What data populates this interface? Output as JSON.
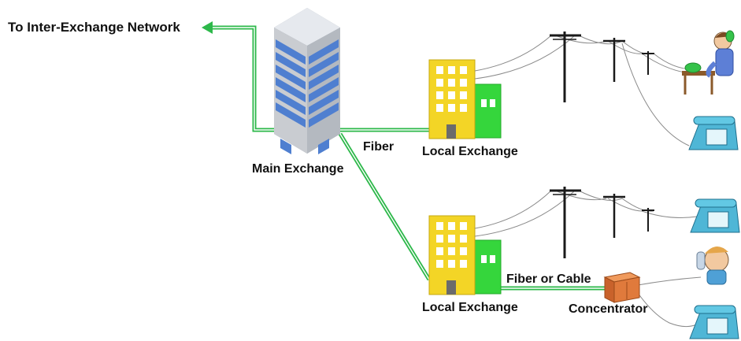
{
  "labels": {
    "inter_exchange": "To Inter-Exchange Network",
    "main_exchange": "Main Exchange",
    "fiber": "Fiber",
    "local_exchange_1": "Local Exchange",
    "local_exchange_2": "Local Exchange",
    "fiber_or_cable": "Fiber or Cable",
    "concentrator": "Concentrator"
  },
  "colors": {
    "link_green": "#2db84a",
    "tower_blue": "#4f7fd0",
    "tower_gray": "#c9ccd1",
    "building_yellow": "#f3d526",
    "building_green": "#35d63c",
    "pole_black": "#1a1a1a",
    "phone_blue": "#4fb6d6",
    "concentrator_orange": "#e07a3c"
  },
  "icons": [
    "skyscraper-icon",
    "office-building-icon",
    "utility-pole-icon",
    "telephone-icon",
    "person-on-phone-icon",
    "cabinet-icon",
    "arrow-left-icon"
  ]
}
